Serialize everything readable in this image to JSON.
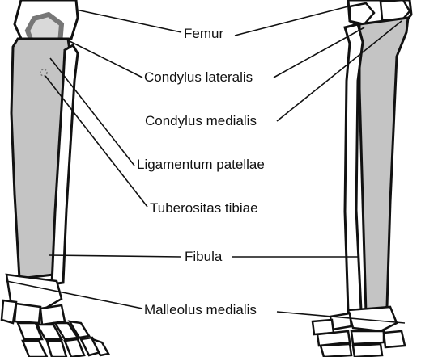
{
  "labels": {
    "femur": "Femur",
    "condylus_lateralis": "Condylus lateralis",
    "condylus_medialis": "Condylus medialis",
    "ligamentum_patellae": "Ligamentum patellae",
    "tuberositas_tibiae": "Tuberositas tibiae",
    "fibula": "Fibula",
    "malleolus_medialis": "Malleolus medialis"
  },
  "colors": {
    "bone_fill": "#c4c4c4",
    "outline": "#111111",
    "background": "#ffffff"
  }
}
